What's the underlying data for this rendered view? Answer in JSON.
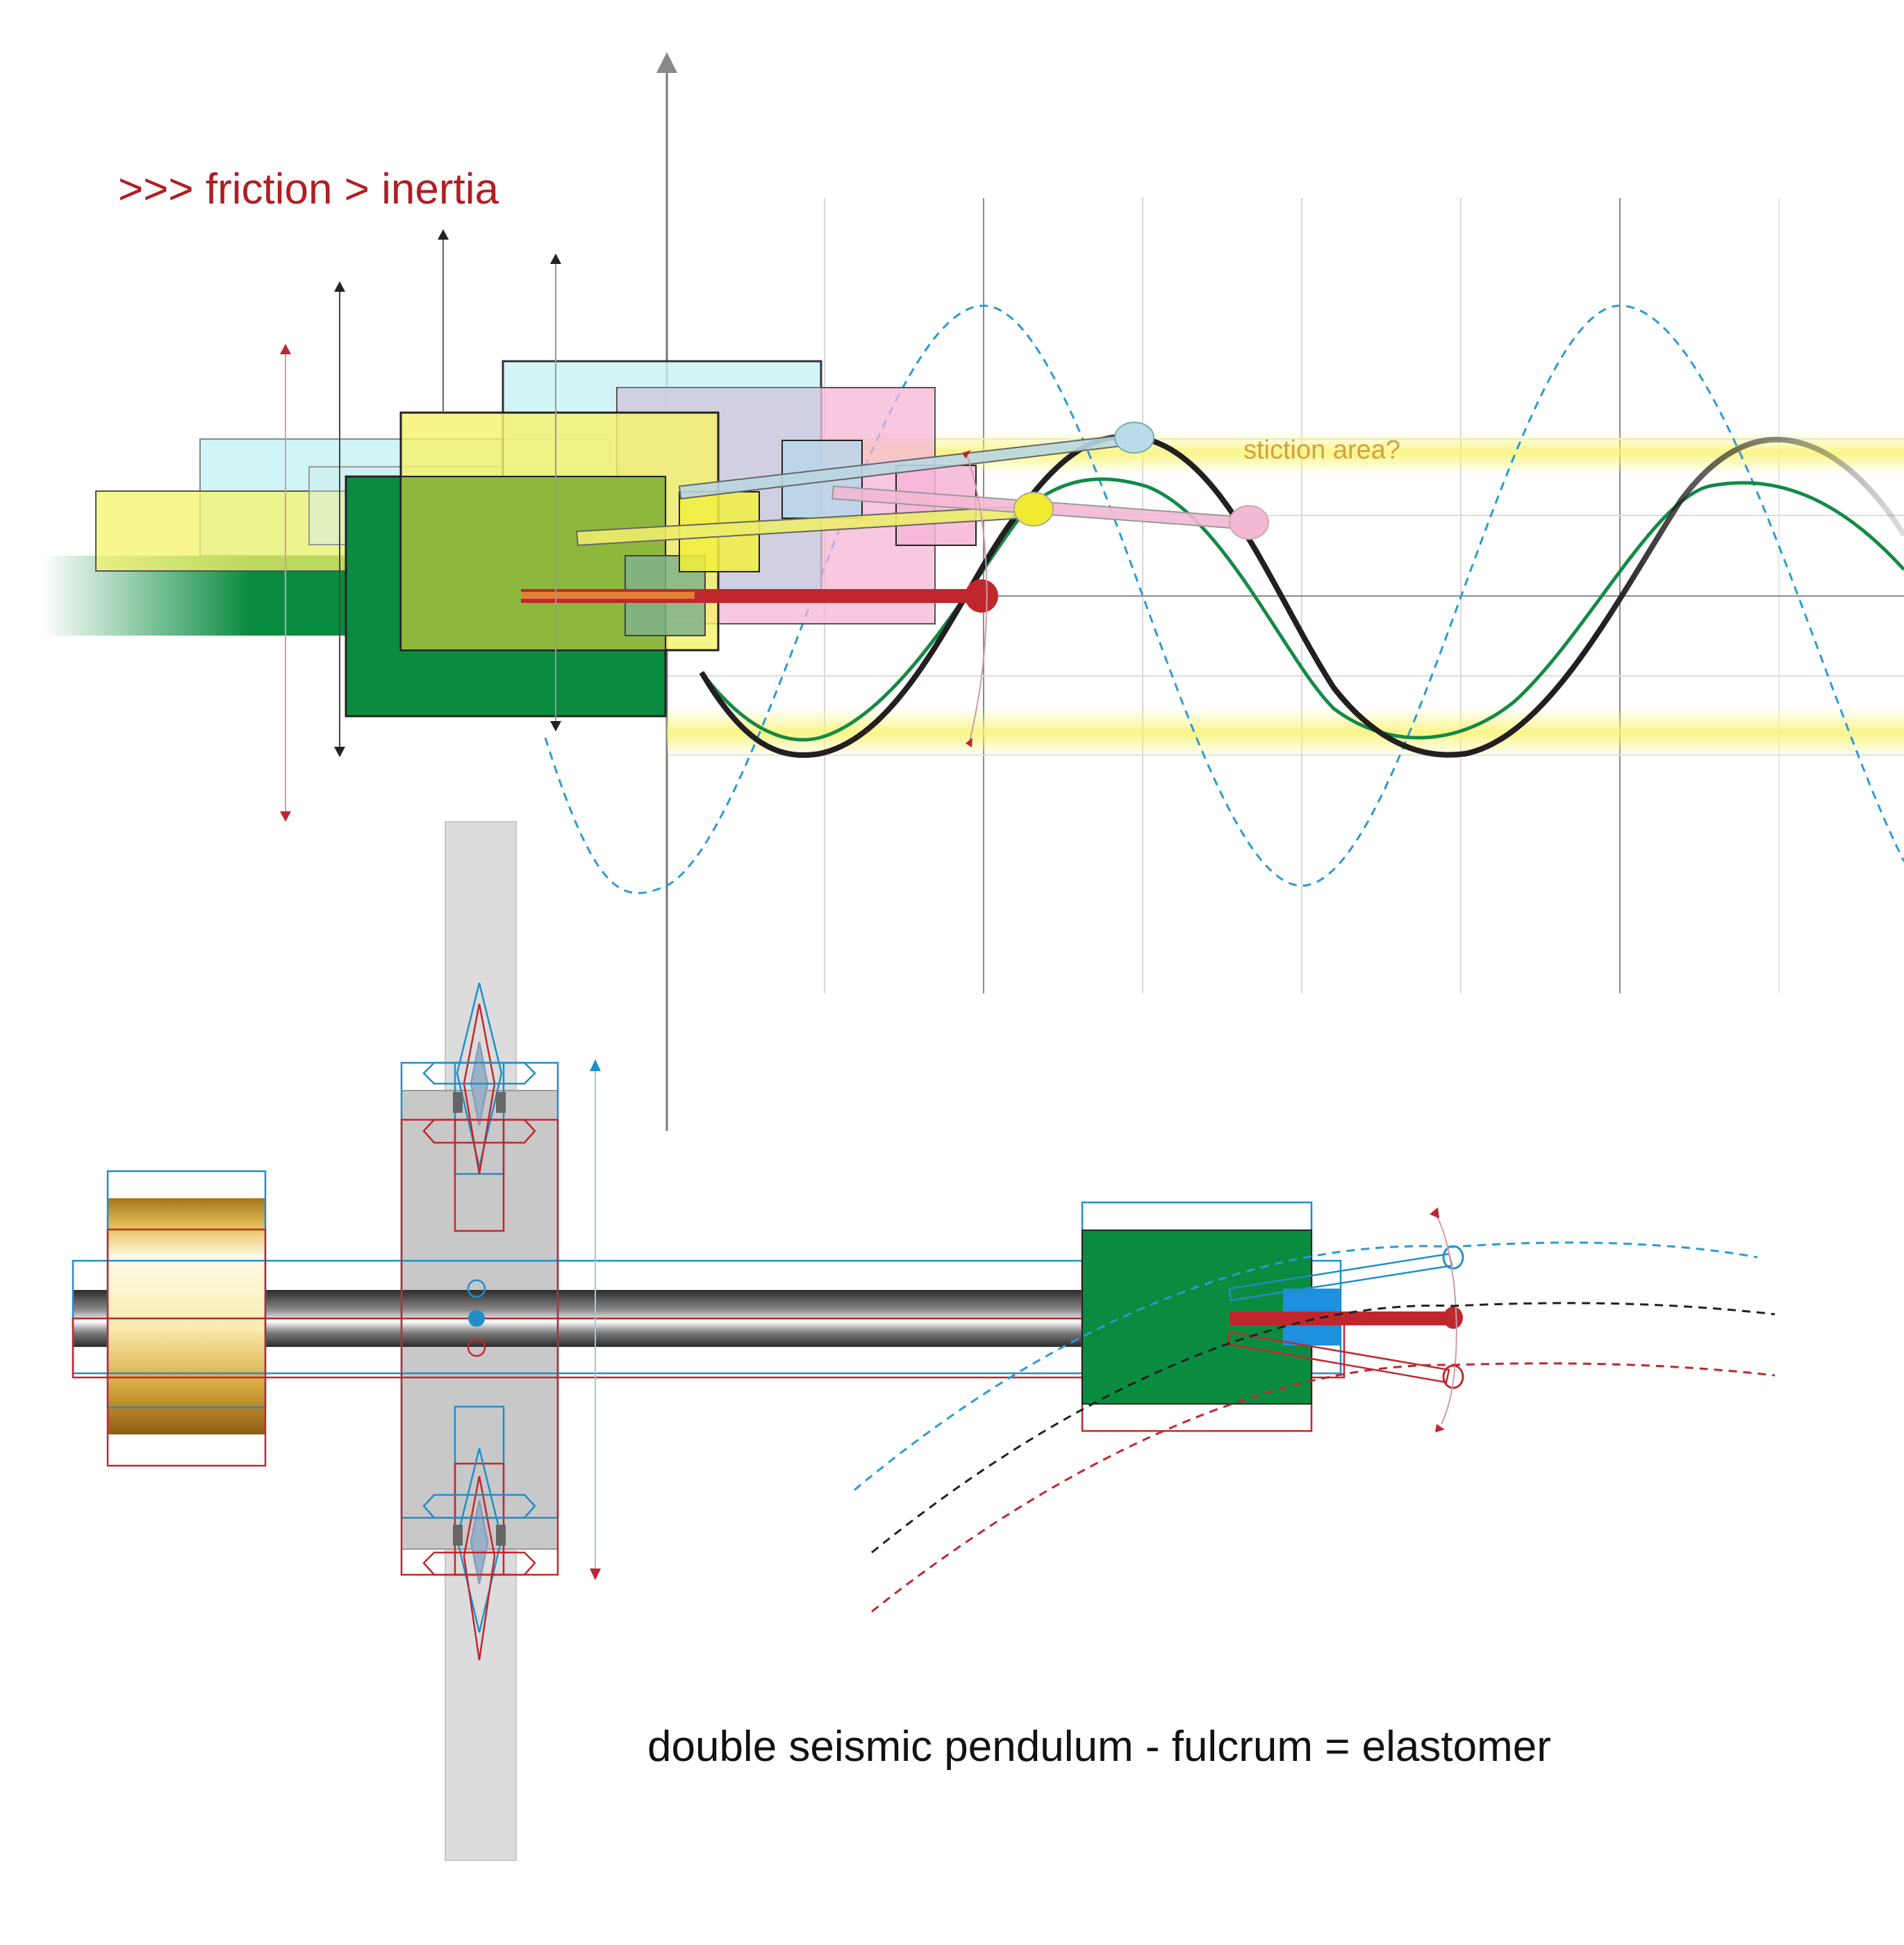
{
  "labels": {
    "friction_inertia": ">>> friction > inertia",
    "stiction_area": "stiction area?",
    "caption": "double seismic pendulum - fulcrum = elastomer"
  },
  "colors": {
    "red_text": "#b01e23",
    "stiction_text": "#d4a040",
    "caption_text": "#111111",
    "green": "#0a8c40",
    "olive": "#86b43a",
    "yellow": "#f6f36a",
    "cyan": "#c8f3f5",
    "pink": "#f7b8d8",
    "blue_outline": "#1f8ec9",
    "red_outline": "#c0272d",
    "dashed_blue": "#2a9ad6",
    "black_curve": "#231f20",
    "green_curve": "#138a45",
    "gold": "#b98a1e",
    "grey_bar": "#dcdcdc"
  }
}
